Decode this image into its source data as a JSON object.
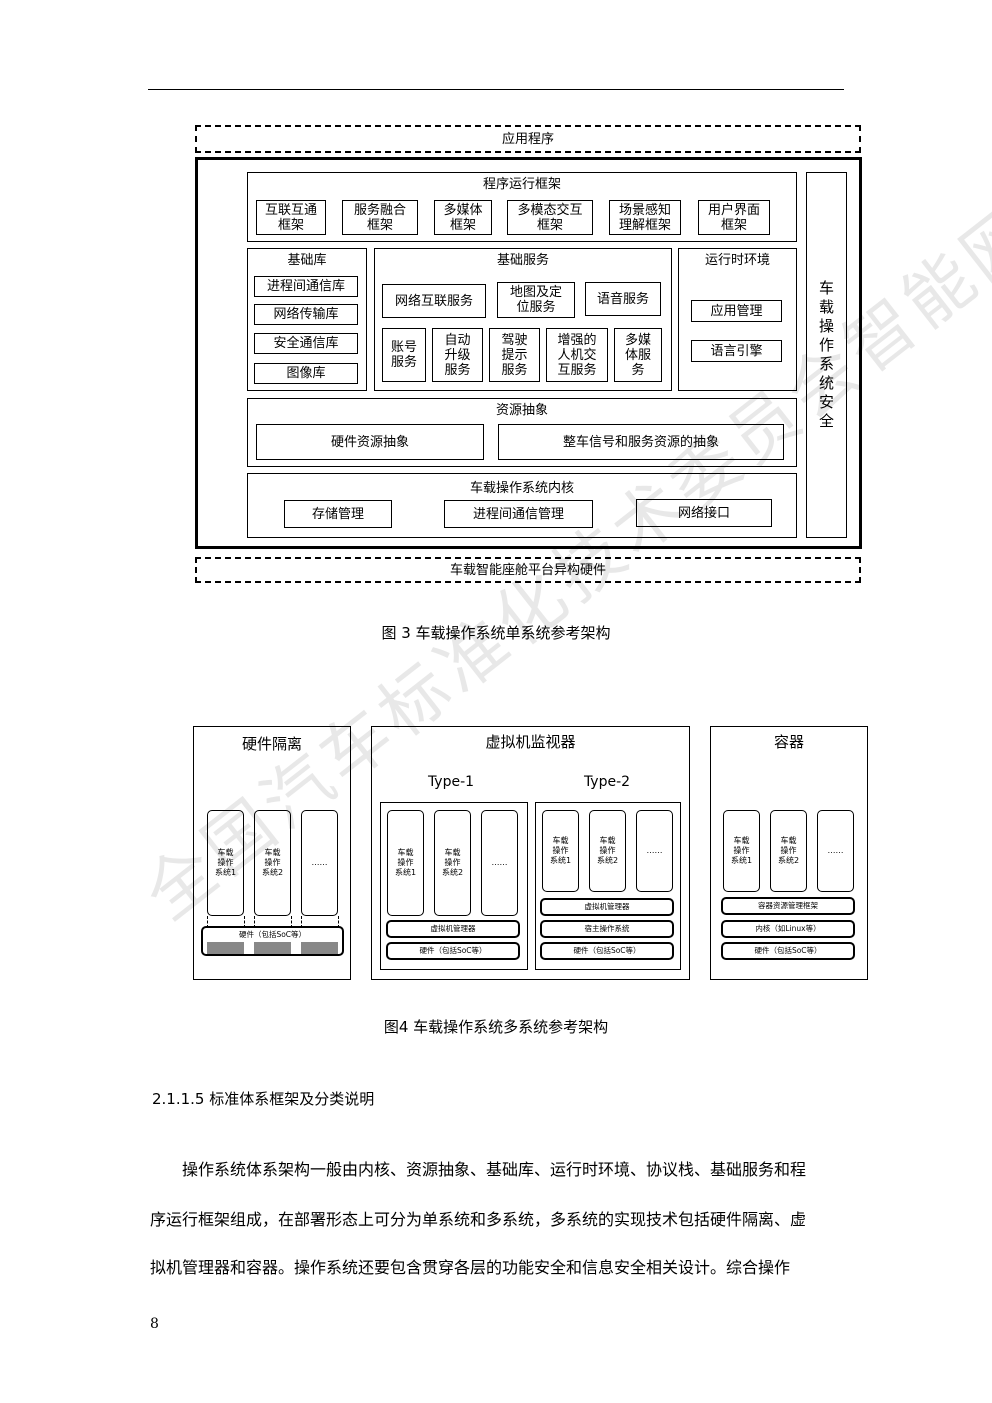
{
  "fig3": {
    "app": "应用程序",
    "framework_title": "程序运行框架",
    "framework_items": [
      "互联互通\n框架",
      "服务融合\n框架",
      "多媒体\n框架",
      "多模态交互\n框架",
      "场景感知\n理解框架",
      "用户界面\n框架"
    ],
    "lib_title": "基础库",
    "lib_items": [
      "进程间通信库",
      "网络传输库",
      "安全通信库",
      "图像库"
    ],
    "svc_title": "基础服务",
    "svc_row1": [
      "网络互联服务",
      "地图及定\n位服务",
      "语音服务"
    ],
    "svc_row2": [
      "账号\n服务",
      "自动\n升级\n服务",
      "驾驶\n提示\n服务",
      "增强的\n人机交\n互服务",
      "多媒\n体服\n务"
    ],
    "rt_title": "运行时环境",
    "rt_items": [
      "应用管理",
      "语言引擎"
    ],
    "res_title": "资源抽象",
    "res_items": [
      "硬件资源抽象",
      "整车信号和服务资源的抽象"
    ],
    "kernel_title": "车载操作系统内核",
    "kernel_items": [
      "存储管理",
      "进程间通信管理",
      "网络接口"
    ],
    "security": "车载操作系统安全",
    "hardware": "车载智能座舱平台异构硬件",
    "caption": "图 3  车载操作系统单系统参考架构"
  },
  "fig4": {
    "hw_title": "硬件隔离",
    "hw_os": [
      "车载\n操作\n系统1",
      "车载\n操作\n系统2",
      "……"
    ],
    "hw_base": "硬件（包括SoC等）",
    "vm_title": "虚拟机监视器",
    "type1": "Type-1",
    "type2": "Type-2",
    "t1_os": [
      "车载\n操作\n系统1",
      "车载\n操作\n系统2",
      "……"
    ],
    "t1_layers": [
      "虚拟机管理器",
      "硬件（包括SoC等）"
    ],
    "t2_os": [
      "车载\n操作\n系统1",
      "车载\n操作\n系统2",
      "……"
    ],
    "t2_layers": [
      "虚拟机管理器",
      "宿主操作系统",
      "硬件（包括SoC等）"
    ],
    "ct_title": "容器",
    "ct_os": [
      "车载\n操作\n系统1",
      "车载\n操作\n系统2",
      "……"
    ],
    "ct_layers": [
      "容器资源管理框架",
      "内核（如Linux等）",
      "硬件（包括SoC等）"
    ],
    "caption": "图4  车载操作系统多系统参考架构"
  },
  "section_heading": "2.1.1.5   标准体系框架及分类说明",
  "paragraph_lines": [
    "操作系统体系架构一般由内核、资源抽象、基础库、运行时环境、协议栈、基础服务和程",
    "序运行框架组成，在部署形态上可分为单系统和多系统，多系统的实现技术包括硬件隔离、虚",
    "拟机管理器和容器。操作系统还要包含贯穿各层的功能安全和信息安全相关设计。综合操作"
  ],
  "page_number": "8",
  "watermark": "全国汽车标准化技术委员会智能网联汽车分技术委员会"
}
